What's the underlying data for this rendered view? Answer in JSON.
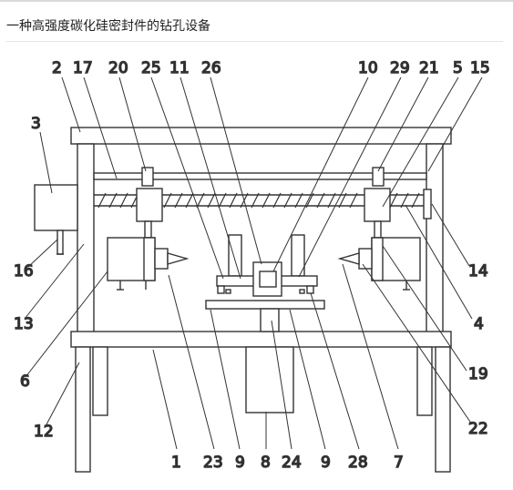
{
  "header": {
    "title": "一种高强度碳化硅密封件的钻孔设备"
  },
  "diagram": {
    "line_color": "#333333",
    "labels": {
      "l1": "1",
      "l2": "2",
      "l3": "3",
      "l4": "4",
      "l5": "5",
      "l6": "6",
      "l7": "7",
      "l8": "8",
      "l9a": "9",
      "l9b": "9",
      "l10": "10",
      "l11": "11",
      "l12": "12",
      "l13": "13",
      "l14": "14",
      "l15": "15",
      "l16": "16",
      "l17": "17",
      "l19": "19",
      "l20": "20",
      "l21": "21",
      "l22": "22",
      "l23": "23",
      "l24": "24",
      "l25": "25",
      "l26": "26",
      "l28": "28",
      "l29": "29"
    }
  }
}
